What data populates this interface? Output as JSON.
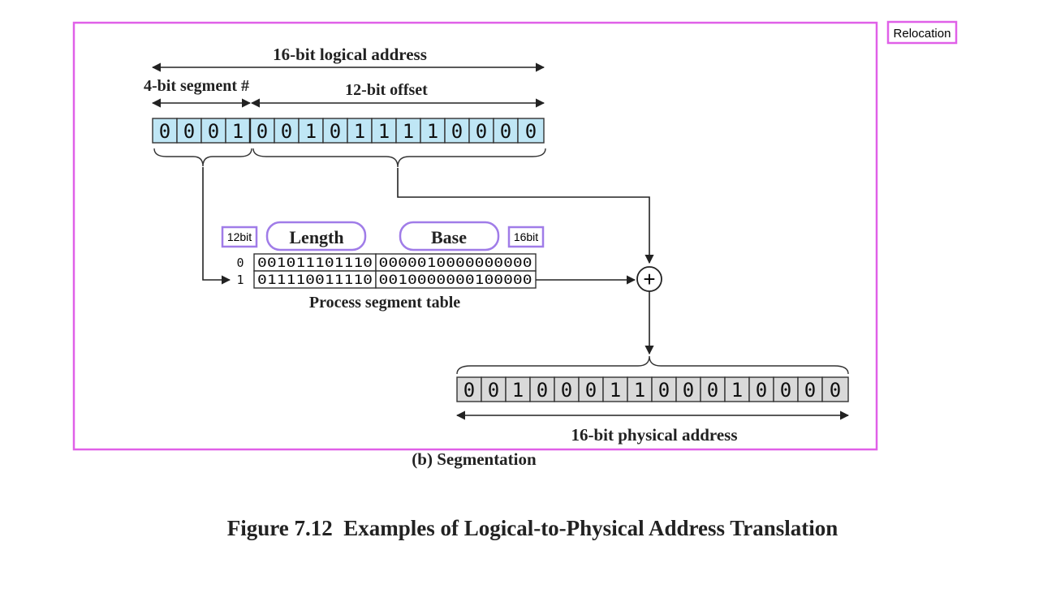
{
  "annotations": {
    "relocation": "Relocation",
    "length_bits": "12bit",
    "base_bits": "16bit"
  },
  "logical": {
    "label": "16-bit logical address",
    "segment_label": "4-bit segment #",
    "offset_label": "12-bit offset",
    "bits": [
      "0",
      "0",
      "0",
      "1",
      "0",
      "0",
      "1",
      "0",
      "1",
      "1",
      "1",
      "1",
      "0",
      "0",
      "0",
      "0"
    ]
  },
  "table": {
    "length_header": "Length",
    "base_header": "Base",
    "rows": [
      {
        "index": "0",
        "length": "001011101110",
        "base": "0000010000000000"
      },
      {
        "index": "1",
        "length": "011110011110",
        "base": "0010000000100000"
      }
    ],
    "caption": "Process segment table"
  },
  "adder_symbol": "+",
  "physical": {
    "label": "16-bit physical address",
    "bits": [
      "0",
      "0",
      "1",
      "0",
      "0",
      "0",
      "1",
      "1",
      "0",
      "0",
      "0",
      "1",
      "0",
      "0",
      "0",
      "0"
    ]
  },
  "subcaption": "(b) Segmentation",
  "figure_caption": "Figure 7.12  Examples of Logical-to-Physical Address Translation",
  "colors": {
    "frame": "#e060e8",
    "annotation_box": "#a07ce8",
    "logical_cell": "#bfe6f5",
    "physical_cell": "#d9d9d9",
    "line": "#222222"
  }
}
